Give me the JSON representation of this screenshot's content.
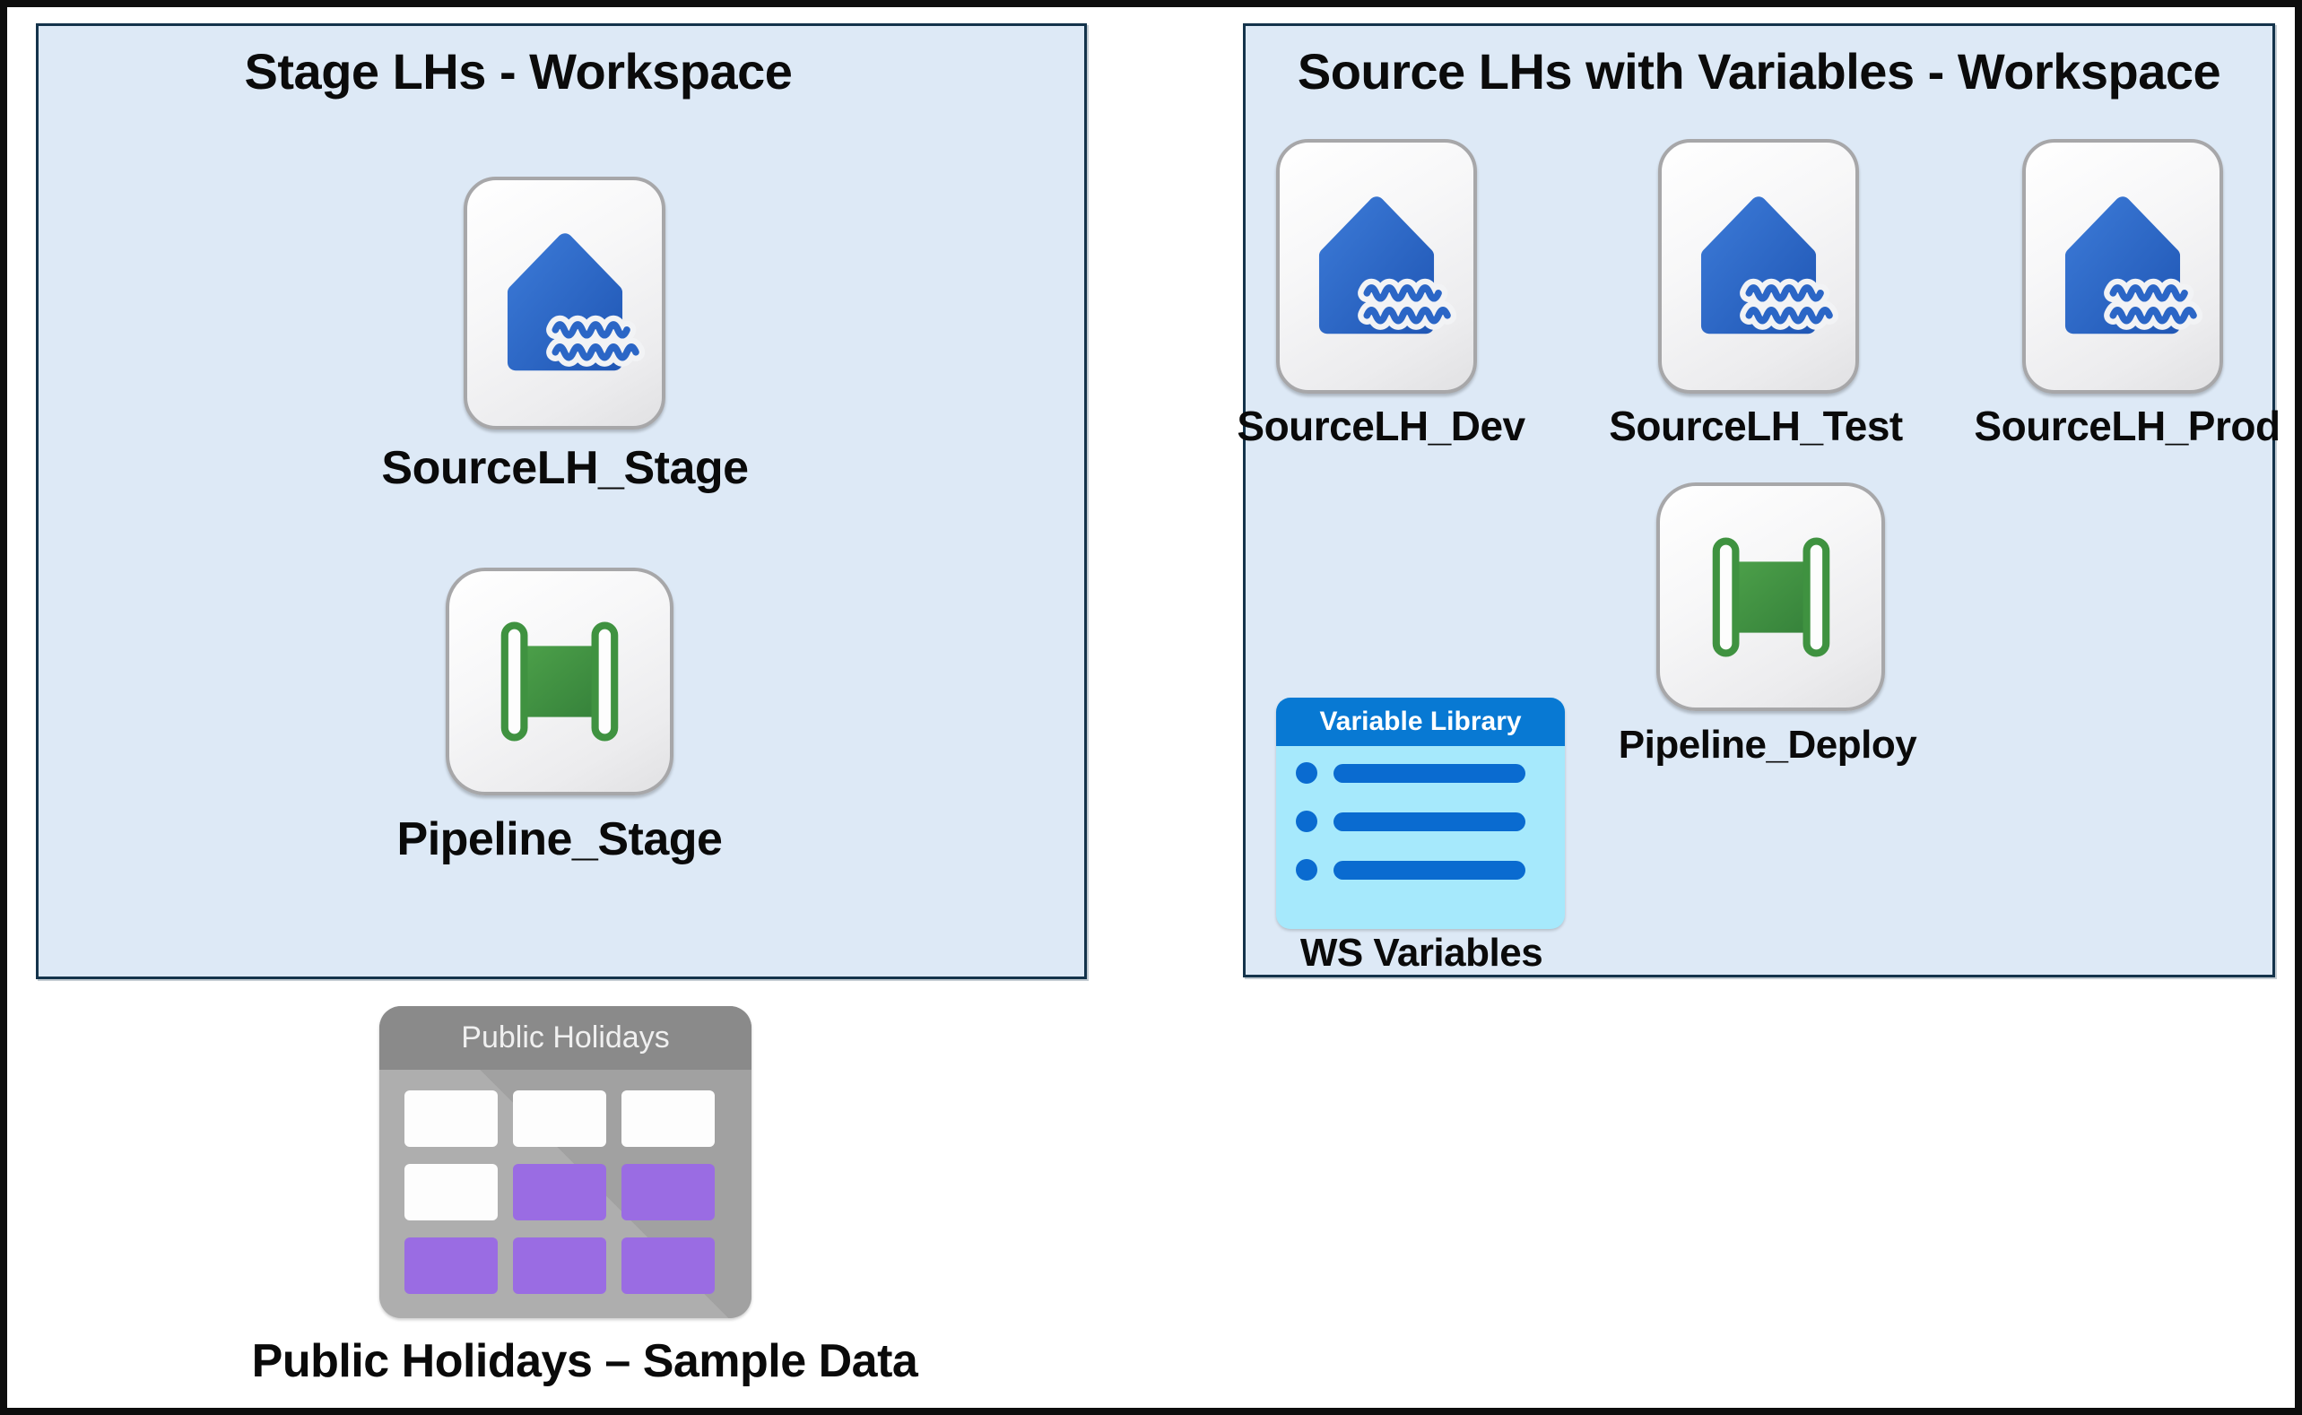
{
  "diagram": {
    "workspace_stage": {
      "title": "Stage LHs - Workspace",
      "items": {
        "sourcelh_stage": {
          "label": "SourceLH_Stage",
          "icon": "lakehouse-icon"
        },
        "pipeline_stage": {
          "label": "Pipeline_Stage",
          "icon": "pipeline-icon"
        }
      }
    },
    "workspace_source": {
      "title": "Source LHs with Variables - Workspace",
      "items": {
        "sourcelh_dev": {
          "label": "SourceLH_Dev",
          "icon": "lakehouse-icon"
        },
        "sourcelh_test": {
          "label": "SourceLH_Test",
          "icon": "lakehouse-icon"
        },
        "sourcelh_prod": {
          "label": "SourceLH_Prod",
          "icon": "lakehouse-icon"
        },
        "pipeline_deploy": {
          "label": "Pipeline_Deploy",
          "icon": "pipeline-icon"
        },
        "ws_variables": {
          "label": "WS Variables",
          "icon": "variable-library-icon",
          "icon_header": "Variable Library"
        }
      }
    },
    "sample_data": {
      "icon": "table-icon",
      "icon_header": "Public Holidays",
      "label": "Public Holidays – Sample Data",
      "grid_cells": [
        [
          "white",
          "white",
          "white"
        ],
        [
          "white",
          "purple",
          "purple"
        ],
        [
          "purple",
          "purple",
          "purple"
        ]
      ]
    },
    "colors": {
      "workspace_fill": "#dde9f6",
      "workspace_border": "#14334b",
      "lakehouse_blue_light": "#3b79d6",
      "lakehouse_blue_dark": "#2158b6",
      "lakehouse_wave_blue": "#2b66c6",
      "pipeline_green_light": "#4da14a",
      "pipeline_green_dark": "#35813a",
      "pipeline_green_stroke": "#3f9240",
      "variable_header_blue": "#0879d3",
      "variable_body_cyan": "#a6e9fc",
      "variable_row_blue": "#0a6bd0",
      "table_header_gray": "#8a8a8a",
      "table_body_gray": "#aeaeae",
      "cell_purple": "#9a6ce3",
      "cell_white": "#fdfdfd"
    }
  }
}
